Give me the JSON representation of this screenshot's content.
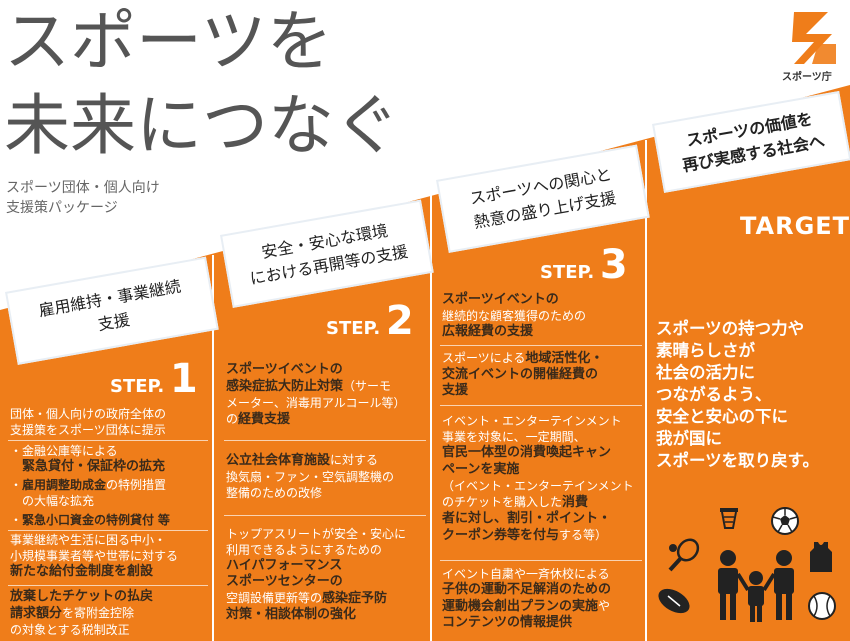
{
  "title_line1": "スポーツを",
  "title_line2": "未来につなぐ",
  "subtitle_line1": "スポーツ団体・個人向け",
  "subtitle_line2": "支援策パッケージ",
  "logo_text": "スポーツ庁",
  "colors": {
    "orange": "#ef7d1a",
    "dark_text": "#3a2a1a",
    "border": "#e8eef4"
  },
  "steps": [
    {
      "heading": "雇用維持・事業継続\n支援",
      "label_small": "STEP.",
      "label_num": "1"
    },
    {
      "heading": "安全・安心な環境\nにおける再開等の支援",
      "label_small": "STEP.",
      "label_num": "2"
    },
    {
      "heading": "スポーツへの関心と\n熱意の盛り上げ支援",
      "label_small": "STEP.",
      "label_num": "3"
    }
  ],
  "goal_heading": "スポーツの価値を\n再び実感する社会へ",
  "target_label": "TARGET",
  "goal_text": "スポーツの持つ力や\n素晴らしさが\n社会の活力に\nつながるよう、\n安全と安心の下に\n我が国に\nスポーツを取り戻す。",
  "step1_items": {
    "a_line1": "団体・個人向けの政府全体の",
    "a_line2": "支援策をスポーツ団体に提示",
    "b_line1": "・金融公庫等による",
    "b_line2": "緊急貸付・保証枠の拡充",
    "c_line1a": "・",
    "c_line1b": "雇用調整助成金",
    "c_line1c": "の特例措置",
    "c_line2": "の大幅な拡充",
    "d_a": "・",
    "d_b": "緊急小口資金の特例貸付",
    "d_c": "等",
    "e_line1": "事業継続や生活に困る中小・",
    "e_line2": "小規模事業者等や世帯に対する",
    "e_line3": "新たな給付金制度を創設",
    "f_line1": "放棄したチケットの払戻",
    "f_line2a": "請求額分",
    "f_line2b": "を寄附金控除",
    "f_line3": "の対象とする税制改正"
  },
  "step2_items": {
    "a_line1": "スポーツイベントの",
    "a_line2a": "感染症拡大防止対策",
    "a_line2b": "（サーモ",
    "a_line3": "メーター、消毒用アルコール等）",
    "a_line4a": "の",
    "a_line4b": "経費支援",
    "b_line1a": "公立社会体育施設",
    "b_line1b": "に対する",
    "b_line2": "換気扇・ファン・空気調整機の",
    "b_line3": "整備のための改修",
    "c_line1": "トップアスリートが安全・安心に",
    "c_line2": "利用できるようにするための",
    "c_line3": "ハイパフォーマンス",
    "c_line4": "スポーツセンターの",
    "c_line5a": "空調設備更新等の",
    "c_line5b": "感染症予防",
    "c_line6": "対策・相談体制の強化"
  },
  "step3_items": {
    "a_line1": "スポーツイベントの",
    "a_line2": "継続的な顧客獲得のための",
    "a_line3": "広報経費の支援",
    "b_line1a": "スポーツによる",
    "b_line1b": "地域活性化・",
    "b_line2": "交流イベントの開催経費の",
    "b_line3": "支援",
    "c_line1": "イベント・エンターテインメント",
    "c_line2": "事業を対象に、一定期間、",
    "c_line3": "官民一体型の消費喚起キャン",
    "c_line4": "ペーンを実施",
    "c_line5": "（イベント・エンターテインメント",
    "c_line6a": "のチケットを購入した",
    "c_line6b": "消費",
    "c_line7": "者に対し、割引・ポイント・",
    "c_line8a": "クーポン券等を付与",
    "c_line8b": "する等）",
    "d_line1": "イベント自粛や一斉休校による",
    "d_line2": "子供の運動不足解消のための",
    "d_line3a": "運動機会創出プランの実施",
    "d_line3b": "や",
    "d_line4": "コンテンツの情報提供"
  },
  "icons": [
    "tennis-icon",
    "basketball-icon",
    "soccer-ball-icon",
    "jersey-icon",
    "family-icon",
    "rugby-ball-icon",
    "baseball-icon"
  ]
}
